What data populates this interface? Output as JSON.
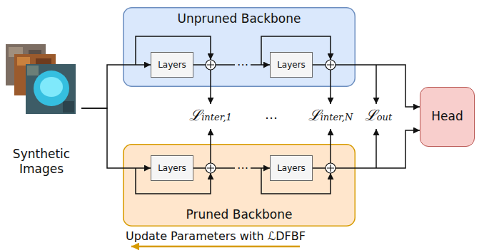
{
  "diagram": {
    "nodes": [
      {
        "text": [
          "Synthetic Images"
        ]
      },
      {
        "text": [
          "Unpruned Backbone"
        ]
      },
      {
        "text": [
          "Layers"
        ],
        "in": 1
      },
      {
        "text": [
          "Layers"
        ],
        "in": 1
      },
      {
        "text": [
          "Pruned Backbone"
        ]
      },
      {
        "text": [
          "Layers"
        ],
        "in": 4
      },
      {
        "text": [
          "Layers"
        ],
        "in": 4
      },
      {
        "text": [
          "Head"
        ]
      }
    ],
    "edges": [
      {
        "from": 0,
        "to": 2,
        "arrow": "to"
      },
      {
        "from": 2,
        "to": 3,
        "arrow": "to"
      },
      {
        "from": 3,
        "to": 7,
        "arrow": "to"
      },
      {
        "from": 0,
        "to": 5,
        "arrow": "to"
      },
      {
        "from": 5,
        "to": 6,
        "arrow": "to"
      },
      {
        "from": 6,
        "to": 7,
        "arrow": "to"
      }
    ],
    "labels": [
      "⋯",
      "ℒinter,1",
      "…",
      "ℒinter,N",
      "ℒout",
      "⋯",
      "Update Parameters with ℒDFBF"
    ]
  }
}
